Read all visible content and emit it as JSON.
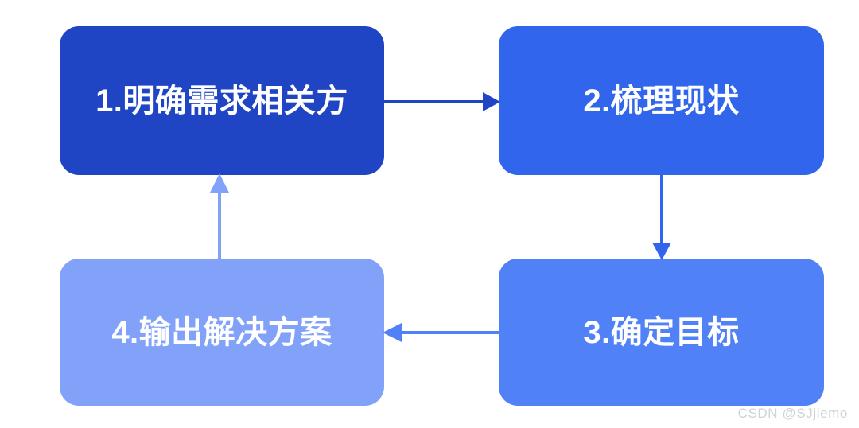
{
  "diagram": {
    "type": "flowchart-cycle",
    "title": "",
    "background_color": "#ffffff",
    "nodes": [
      {
        "id": "node-1",
        "step": "1",
        "label": "1.明确需求相关方",
        "fill_color": "#2045c4",
        "text_color": "#ffffff"
      },
      {
        "id": "node-2",
        "step": "2",
        "label": "2.梳理现状",
        "fill_color": "#3165ec",
        "text_color": "#ffffff"
      },
      {
        "id": "node-3",
        "step": "3",
        "label": "3.确定目标",
        "fill_color": "#5181f6",
        "text_color": "#ffffff"
      },
      {
        "id": "node-4",
        "step": "4",
        "label": "4.输出解决方案",
        "fill_color": "#82a2fa",
        "text_color": "#ffffff"
      }
    ],
    "connectors": [
      {
        "id": "conn-1-2",
        "from": "node-1",
        "to": "node-2",
        "direction": "right",
        "color": "#2045c4",
        "label": ""
      },
      {
        "id": "conn-2-3",
        "from": "node-2",
        "to": "node-3",
        "direction": "down",
        "color": "#3165ec",
        "label": ""
      },
      {
        "id": "conn-3-4",
        "from": "node-3",
        "to": "node-4",
        "direction": "left",
        "color": "#5181f6",
        "label": ""
      },
      {
        "id": "conn-4-1",
        "from": "node-4",
        "to": "node-1",
        "direction": "up",
        "color": "#82a2fa",
        "label": ""
      }
    ]
  },
  "watermark": {
    "text": "CSDN @SJjiemo",
    "color": "#cfd2d6"
  }
}
